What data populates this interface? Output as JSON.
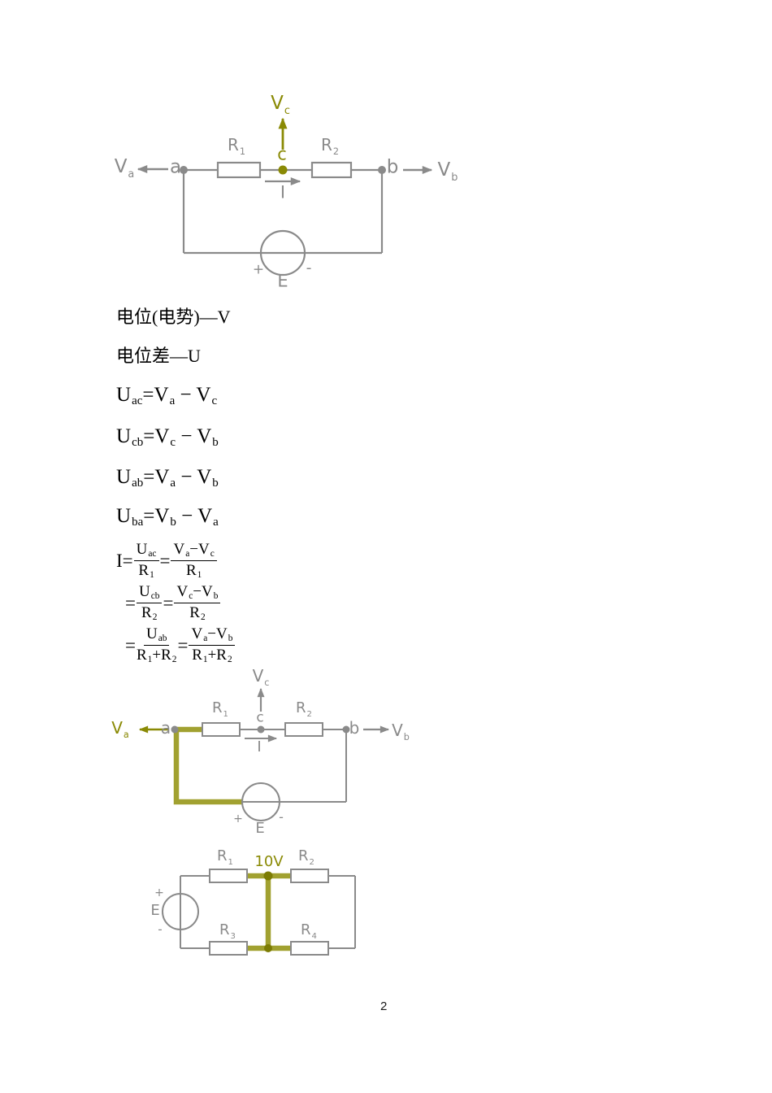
{
  "page": {
    "number": "2"
  },
  "colors": {
    "background": "#ffffff",
    "wire_gray": "#8a8a8a",
    "olive": "#8a8a05",
    "highlight_olive": "#a1a130",
    "node_olive": "#7c7c04",
    "text_black": "#000000"
  },
  "headings": {
    "potential": "电位(电势)—V",
    "potential_difference": "电位差—U"
  },
  "equations": {
    "uac": [
      [
        "U",
        "ac"
      ],
      "=",
      [
        "V",
        "a"
      ],
      " − ",
      [
        "V",
        "c"
      ]
    ],
    "ucb": [
      [
        "U",
        "cb"
      ],
      "=",
      [
        "V",
        "c"
      ],
      " − ",
      [
        "V",
        "b"
      ]
    ],
    "uab": [
      [
        "U",
        "ab"
      ],
      "=",
      [
        "V",
        "a"
      ],
      " − ",
      [
        "V",
        "b"
      ]
    ],
    "uba": [
      [
        "U",
        "ba"
      ],
      "=",
      [
        "V",
        "b"
      ],
      " − ",
      [
        "V",
        "a"
      ]
    ]
  },
  "current_equation": {
    "row1": {
      "pre": "I=",
      "f1n": [
        [
          "U",
          "ac"
        ]
      ],
      "f1d": [
        [
          "R",
          "1"
        ]
      ],
      "mid": "=",
      "f2n": [
        [
          "V",
          "a"
        ],
        "−",
        [
          "V",
          "c"
        ]
      ],
      "f2d": [
        [
          "R",
          "1"
        ]
      ]
    },
    "row2": {
      "pre": "=",
      "f1n": [
        [
          "U",
          "cb"
        ]
      ],
      "f1d": [
        [
          "R",
          "2"
        ]
      ],
      "mid": "=",
      "f2n": [
        [
          "V",
          "c"
        ],
        "−",
        [
          "V",
          "b"
        ]
      ],
      "f2d": [
        [
          "R",
          "2"
        ]
      ]
    },
    "row3": {
      "pre": "=",
      "f1n": [
        [
          "U",
          "ab"
        ]
      ],
      "f1d": [
        [
          "R",
          "1"
        ],
        "+",
        [
          "R",
          "2"
        ]
      ],
      "mid": "=",
      "f2n": [
        [
          "V",
          "a"
        ],
        "−",
        [
          "V",
          "b"
        ]
      ],
      "f2d": [
        [
          "R",
          "1"
        ],
        "+",
        [
          "R",
          "2"
        ]
      ]
    }
  },
  "circuit1": {
    "va": [
      [
        "V",
        "a"
      ]
    ],
    "vb": [
      [
        "V",
        "b"
      ]
    ],
    "vc": [
      [
        "V",
        "c"
      ]
    ],
    "a": "a",
    "b": "b",
    "c": "c",
    "i": "I",
    "r1": [
      [
        "R",
        "1"
      ]
    ],
    "r2": [
      [
        "R",
        "2"
      ]
    ],
    "plus": "+",
    "minus": "-",
    "e": "E"
  },
  "circuit2": {
    "va": [
      [
        "V",
        "a"
      ]
    ],
    "vb": [
      [
        "V",
        "b"
      ]
    ],
    "vc": [
      [
        "V",
        "c"
      ]
    ],
    "a": "a",
    "b": "b",
    "c": "c",
    "i": "I",
    "r1": [
      [
        "R",
        "1"
      ]
    ],
    "r2": [
      [
        "R",
        "2"
      ]
    ],
    "plus": "+",
    "minus": "-",
    "e": "E"
  },
  "circuit3": {
    "r1": [
      [
        "R",
        "1"
      ]
    ],
    "r2": [
      [
        "R",
        "2"
      ]
    ],
    "r3": [
      [
        "R",
        "3"
      ]
    ],
    "r4": [
      [
        "R",
        "4"
      ]
    ],
    "node_voltage": "10V",
    "plus": "+",
    "minus": "-",
    "e": "E"
  }
}
